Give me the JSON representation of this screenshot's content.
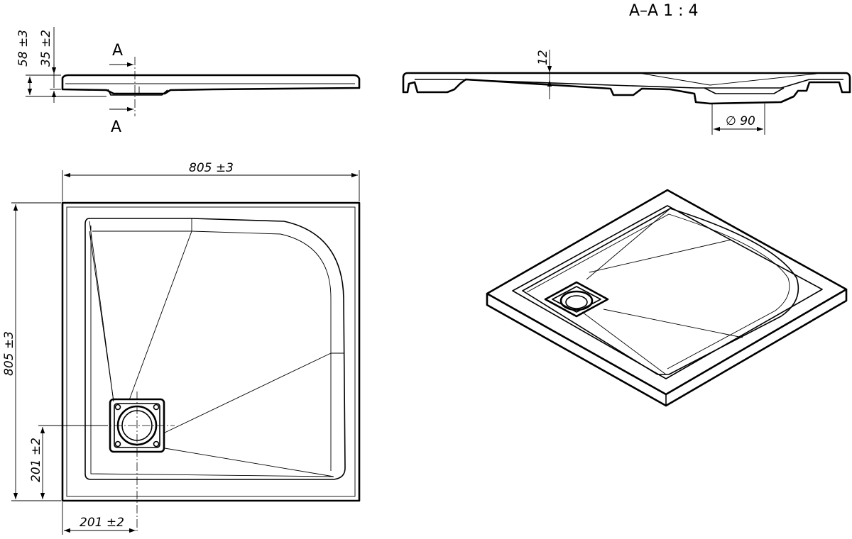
{
  "section_title": "A–A 1 : 4",
  "section_mark_top": "A",
  "section_mark_bottom": "A",
  "dims": {
    "overall_height": "58 ±3",
    "body_height": "35 ±2",
    "rim_thickness": "12",
    "drain_diameter": "∅ 90",
    "width": "805 ±3",
    "depth": "805 ±3",
    "drain_offset_y": "201 ±2",
    "drain_offset_x": "201 ±2"
  }
}
